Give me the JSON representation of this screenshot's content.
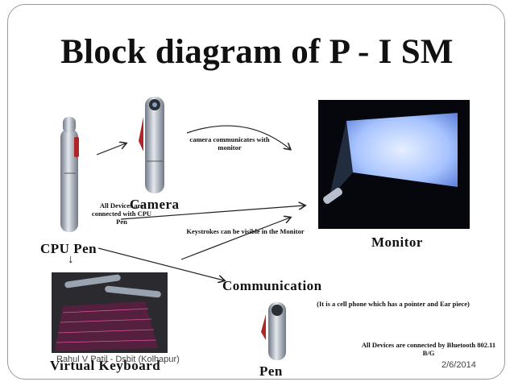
{
  "slide": {
    "title": "Block diagram of P - I SM",
    "labels": {
      "camera": "Camera",
      "cpu_pen": "CPU Pen",
      "monitor": "Monitor",
      "communication": "Communication",
      "virtual_keyboard": "Virtual Keyboard",
      "pen": "Pen"
    },
    "notes": {
      "camera_monitor": "camera communicates with monitor",
      "all_devices": "All Devices are connected with CPU Pen",
      "keystrokes": "Keystrokes can be visible in the Monitor",
      "cell_phone": "(It is a cell phone which has a pointer and Ear piece)",
      "bluetooth": "All Devices are connected by Bluetooth 802.11 B/G"
    },
    "footer": {
      "author": "Rahul V Patil - Dsbit (Kolhapur)",
      "date": "2/6/2014"
    }
  },
  "colors": {
    "frame": "#9a9a9a",
    "screen_glow": "#a8c4ff",
    "keyboard_glow": "#e85aa8"
  }
}
